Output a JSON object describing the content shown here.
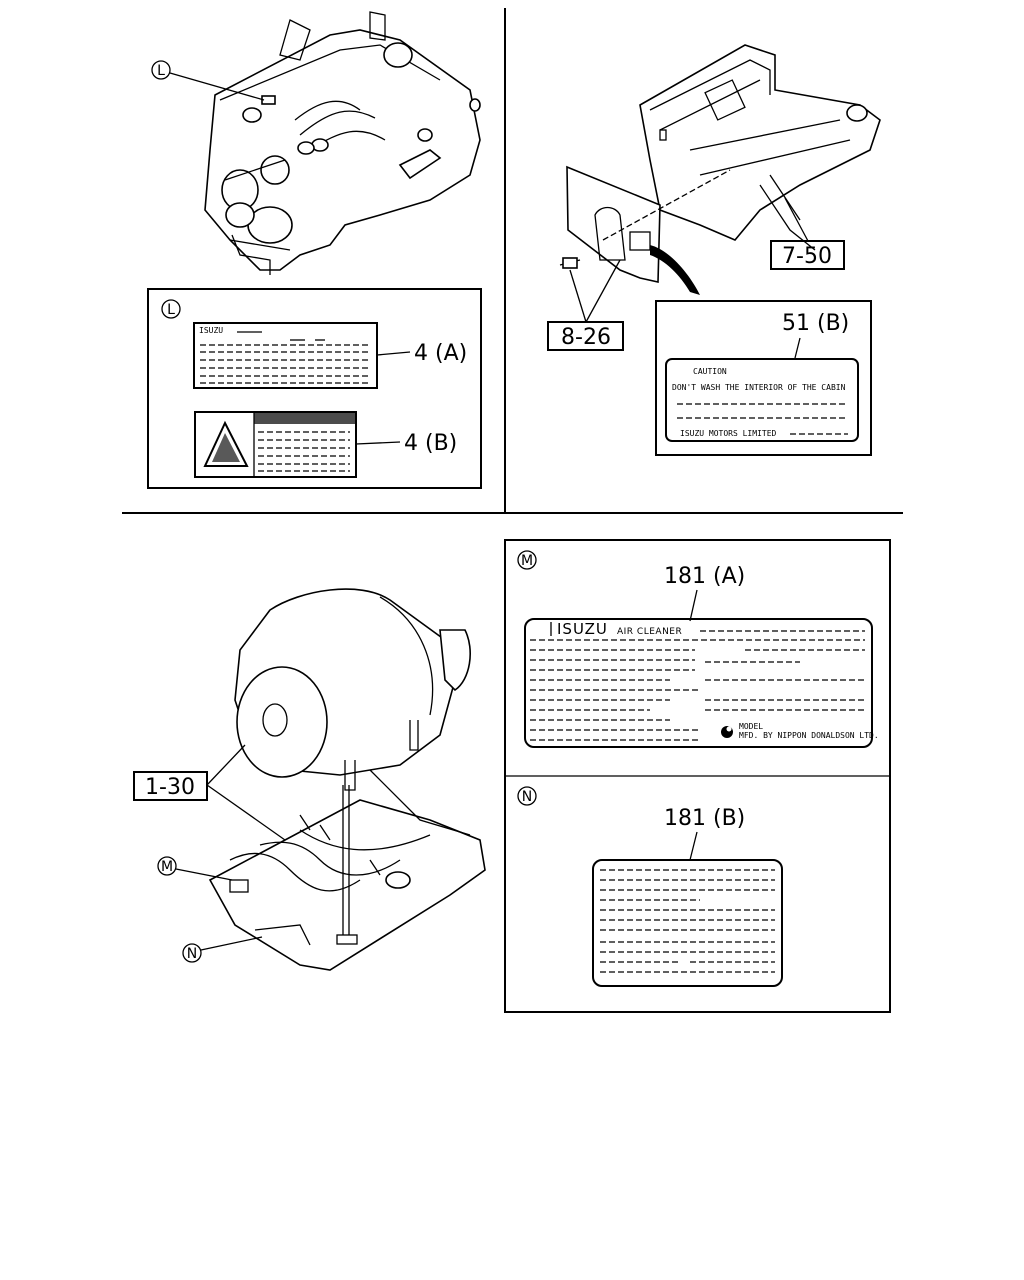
{
  "callouts": {
    "label_4a": "4 (A)",
    "label_4b": "4 (B)",
    "ref_7_50": "7-50",
    "ref_8_26": "8-26",
    "label_51b": "51 (B)",
    "ref_1_30": "1-30",
    "label_181a": "181 (A)",
    "label_181b": "181 (B)"
  },
  "markers": {
    "L": "L",
    "M": "M",
    "N": "N"
  },
  "decal_4a": {
    "brand": "ISUZU"
  },
  "decal_51b": {
    "line1": "CAUTION",
    "line2": "DON'T WASH THE INTERIOR OF THE CABIN",
    "footer": "ISUZU MOTORS LIMITED"
  },
  "decal_181a": {
    "brand": "ISUZU",
    "product": "AIR CLEANER",
    "model": "MODEL",
    "maker": "MFD. BY NIPPON DONALDSON LTD."
  },
  "icons": [
    "warning-triangle-icon",
    "donaldson-logo-icon"
  ]
}
